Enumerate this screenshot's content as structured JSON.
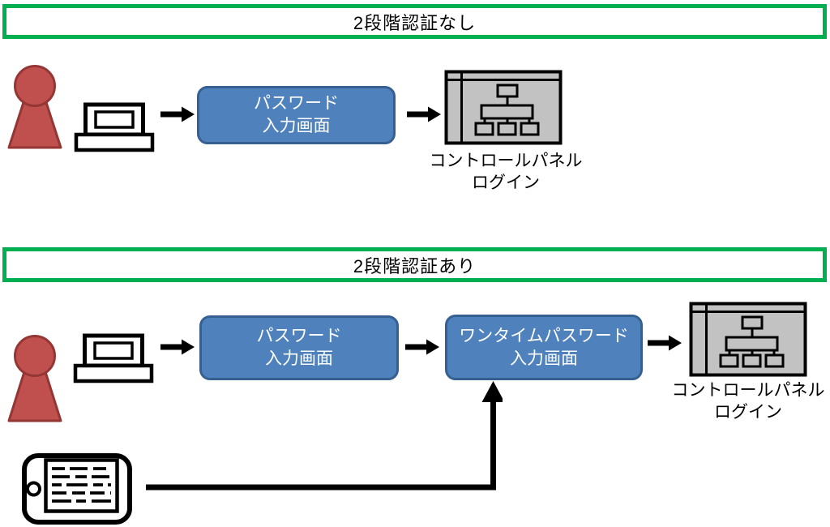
{
  "sections": [
    {
      "id": "no-2fa",
      "title": "2段階認証なし",
      "password_box_label": "パスワード\n入力画面",
      "control_panel_label": "コントロールパネル\nログイン"
    },
    {
      "id": "with-2fa",
      "title": "2段階認証あり",
      "password_box_label": "パスワード\n入力画面",
      "otp_box_label": "ワンタイムパスワード\n入力画面",
      "control_panel_label": "コントロールパネル\nログイン"
    }
  ],
  "icons": {
    "person": "person-icon",
    "computer": "computer-icon",
    "control_panel": "control-panel-icon",
    "tablet": "tablet-icon",
    "arrow_right": "arrow-right-icon",
    "arrow_elbow_up": "arrow-elbow-up-icon"
  },
  "colors": {
    "title_border_green": "#00B050",
    "process_box_fill": "#4F81BD",
    "process_box_border": "#376092",
    "person_fill": "#C0504D",
    "person_stroke": "#943634",
    "panel_fill": "#C2C2C2",
    "line_black": "#000000"
  }
}
